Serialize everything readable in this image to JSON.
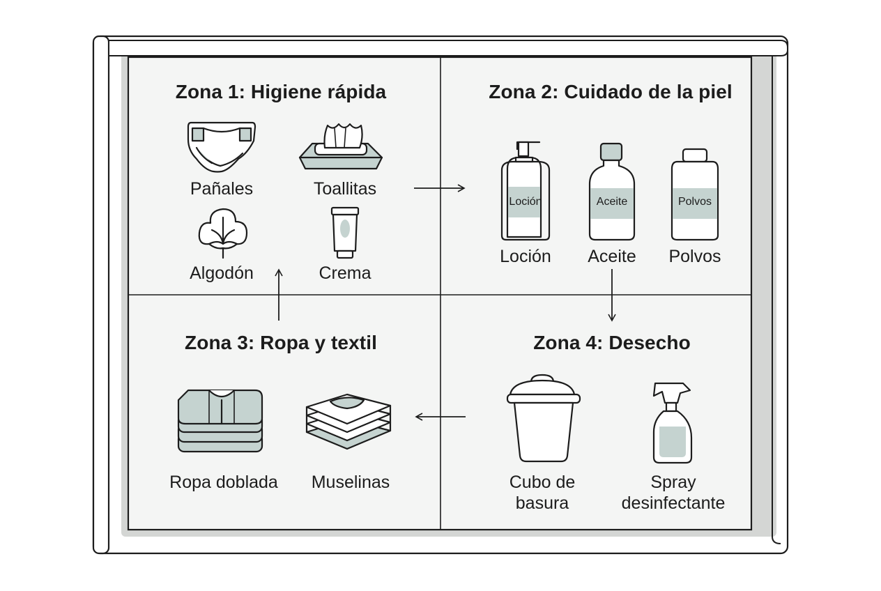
{
  "colors": {
    "stroke": "#1c1c1c",
    "fill_accent": "#c5d3d0",
    "panel_bg": "#f4f5f4",
    "frame_shadow": "#d4d6d4"
  },
  "zones": [
    {
      "title": "Zona 1: Higiene rápida",
      "items": [
        {
          "label": "Pañales",
          "icon": "diaper-icon"
        },
        {
          "label": "Toallitas",
          "icon": "wipes-icon"
        },
        {
          "label": "Algodón",
          "icon": "cotton-icon"
        },
        {
          "label": "Crema",
          "icon": "cream-tube-icon"
        }
      ]
    },
    {
      "title": "Zona 2: Cuidado de la piel",
      "items": [
        {
          "label": "Loción",
          "bottle_label": "Loción",
          "icon": "lotion-bottle-icon"
        },
        {
          "label": "Aceite",
          "bottle_label": "Aceite",
          "icon": "oil-bottle-icon"
        },
        {
          "label": "Polvos",
          "bottle_label": "Polvos",
          "icon": "powder-bottle-icon"
        }
      ]
    },
    {
      "title": "Zona 3: Ropa y textil",
      "items": [
        {
          "label": "Ropa doblada",
          "icon": "folded-clothes-icon"
        },
        {
          "label": "Muselinas",
          "icon": "muslin-cloths-icon"
        }
      ]
    },
    {
      "title": "Zona 4: Desecho",
      "items": [
        {
          "label": "Cubo de basura",
          "icon": "trash-bin-icon"
        },
        {
          "label": "Spray desinfectante",
          "icon": "spray-bottle-icon"
        }
      ]
    }
  ],
  "flow": [
    {
      "from": "Zona 1: Higiene rápida",
      "to": "Zona 2: Cuidado de la piel"
    },
    {
      "from": "Zona 2: Cuidado de la piel",
      "to": "Zona 4: Desecho"
    },
    {
      "from": "Zona 4: Desecho",
      "to": "Zona 3: Ropa y textil"
    },
    {
      "from": "Zona 3: Ropa y textil",
      "to": "Zona 1: Higiene rápida"
    }
  ]
}
